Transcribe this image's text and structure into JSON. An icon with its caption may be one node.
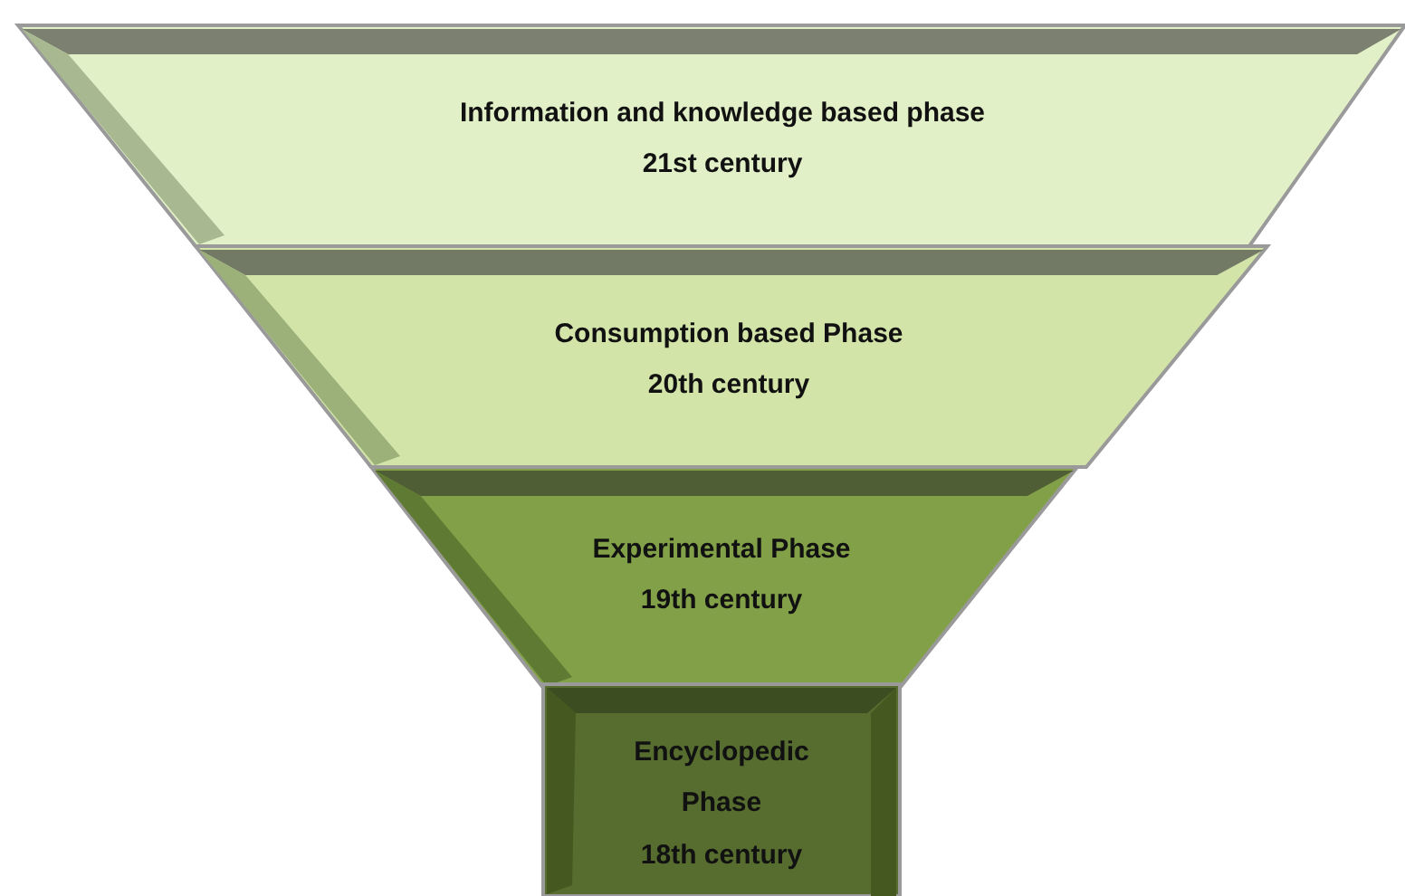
{
  "diagram": {
    "nodes": [
      {
        "text": [
          "Information and knowledge based phase",
          "21st century"
        ]
      },
      {
        "text": [
          "Consumption based Phase",
          "20th century"
        ]
      },
      {
        "text": [
          "Experimental Phase",
          "19th century"
        ]
      },
      {
        "text": [
          "Encyclopedic Phase",
          "18th century"
        ]
      }
    ]
  }
}
